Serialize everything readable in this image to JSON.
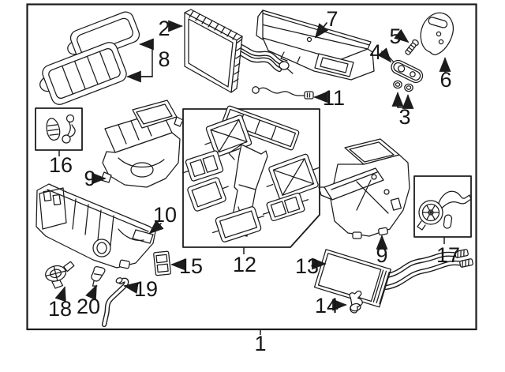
{
  "diagram": {
    "kind": "exploded-parts-diagram",
    "background_color": "#ffffff",
    "line_color": "#1c1c1c",
    "callouts": [
      {
        "id": "1",
        "label": "1",
        "target": "main-assembly-box"
      },
      {
        "id": "2",
        "label": "2",
        "target": "evaporator-core"
      },
      {
        "id": "3",
        "label": "3",
        "target": "o-ring-seals"
      },
      {
        "id": "4",
        "label": "4",
        "target": "pipe-joint-fitting"
      },
      {
        "id": "5",
        "label": "5",
        "target": "mounting-screw"
      },
      {
        "id": "6",
        "label": "6",
        "target": "seal-gasket-plate"
      },
      {
        "id": "7",
        "label": "7",
        "target": "upper-duct"
      },
      {
        "id": "8",
        "label": "8",
        "target": "filter-and-cover"
      },
      {
        "id": "9a",
        "label": "9",
        "target": "case-upper-left"
      },
      {
        "id": "9b",
        "label": "9",
        "target": "case-upper-right"
      },
      {
        "id": "10",
        "label": "10",
        "target": "case-lower-left"
      },
      {
        "id": "11",
        "label": "11",
        "target": "wire-harness"
      },
      {
        "id": "12",
        "label": "12",
        "target": "air-door-kit-box"
      },
      {
        "id": "13",
        "label": "13",
        "target": "heater-core"
      },
      {
        "id": "14",
        "label": "14",
        "target": "retainer-clip"
      },
      {
        "id": "15",
        "label": "15",
        "target": "blower-resistor"
      },
      {
        "id": "16",
        "label": "16",
        "target": "sensor-kit-box"
      },
      {
        "id": "17",
        "label": "17",
        "target": "actuator-kit-box"
      },
      {
        "id": "18",
        "label": "18",
        "target": "aspirator-fan"
      },
      {
        "id": "19",
        "label": "19",
        "target": "drain-hose"
      },
      {
        "id": "20",
        "label": "20",
        "target": "clip-grommet"
      }
    ]
  }
}
